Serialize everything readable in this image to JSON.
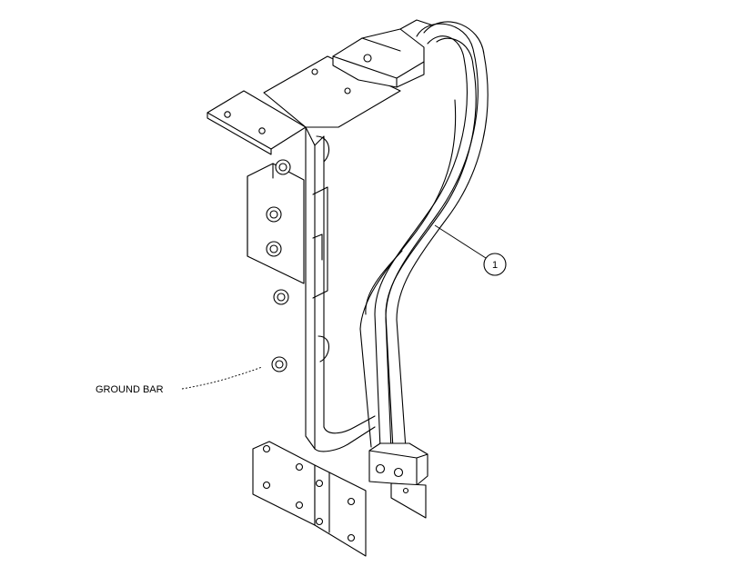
{
  "diagram": {
    "callouts": [
      {
        "id": "item-1",
        "text": "1"
      },
      {
        "id": "ground-bar",
        "text": "GROUND BAR"
      }
    ]
  }
}
